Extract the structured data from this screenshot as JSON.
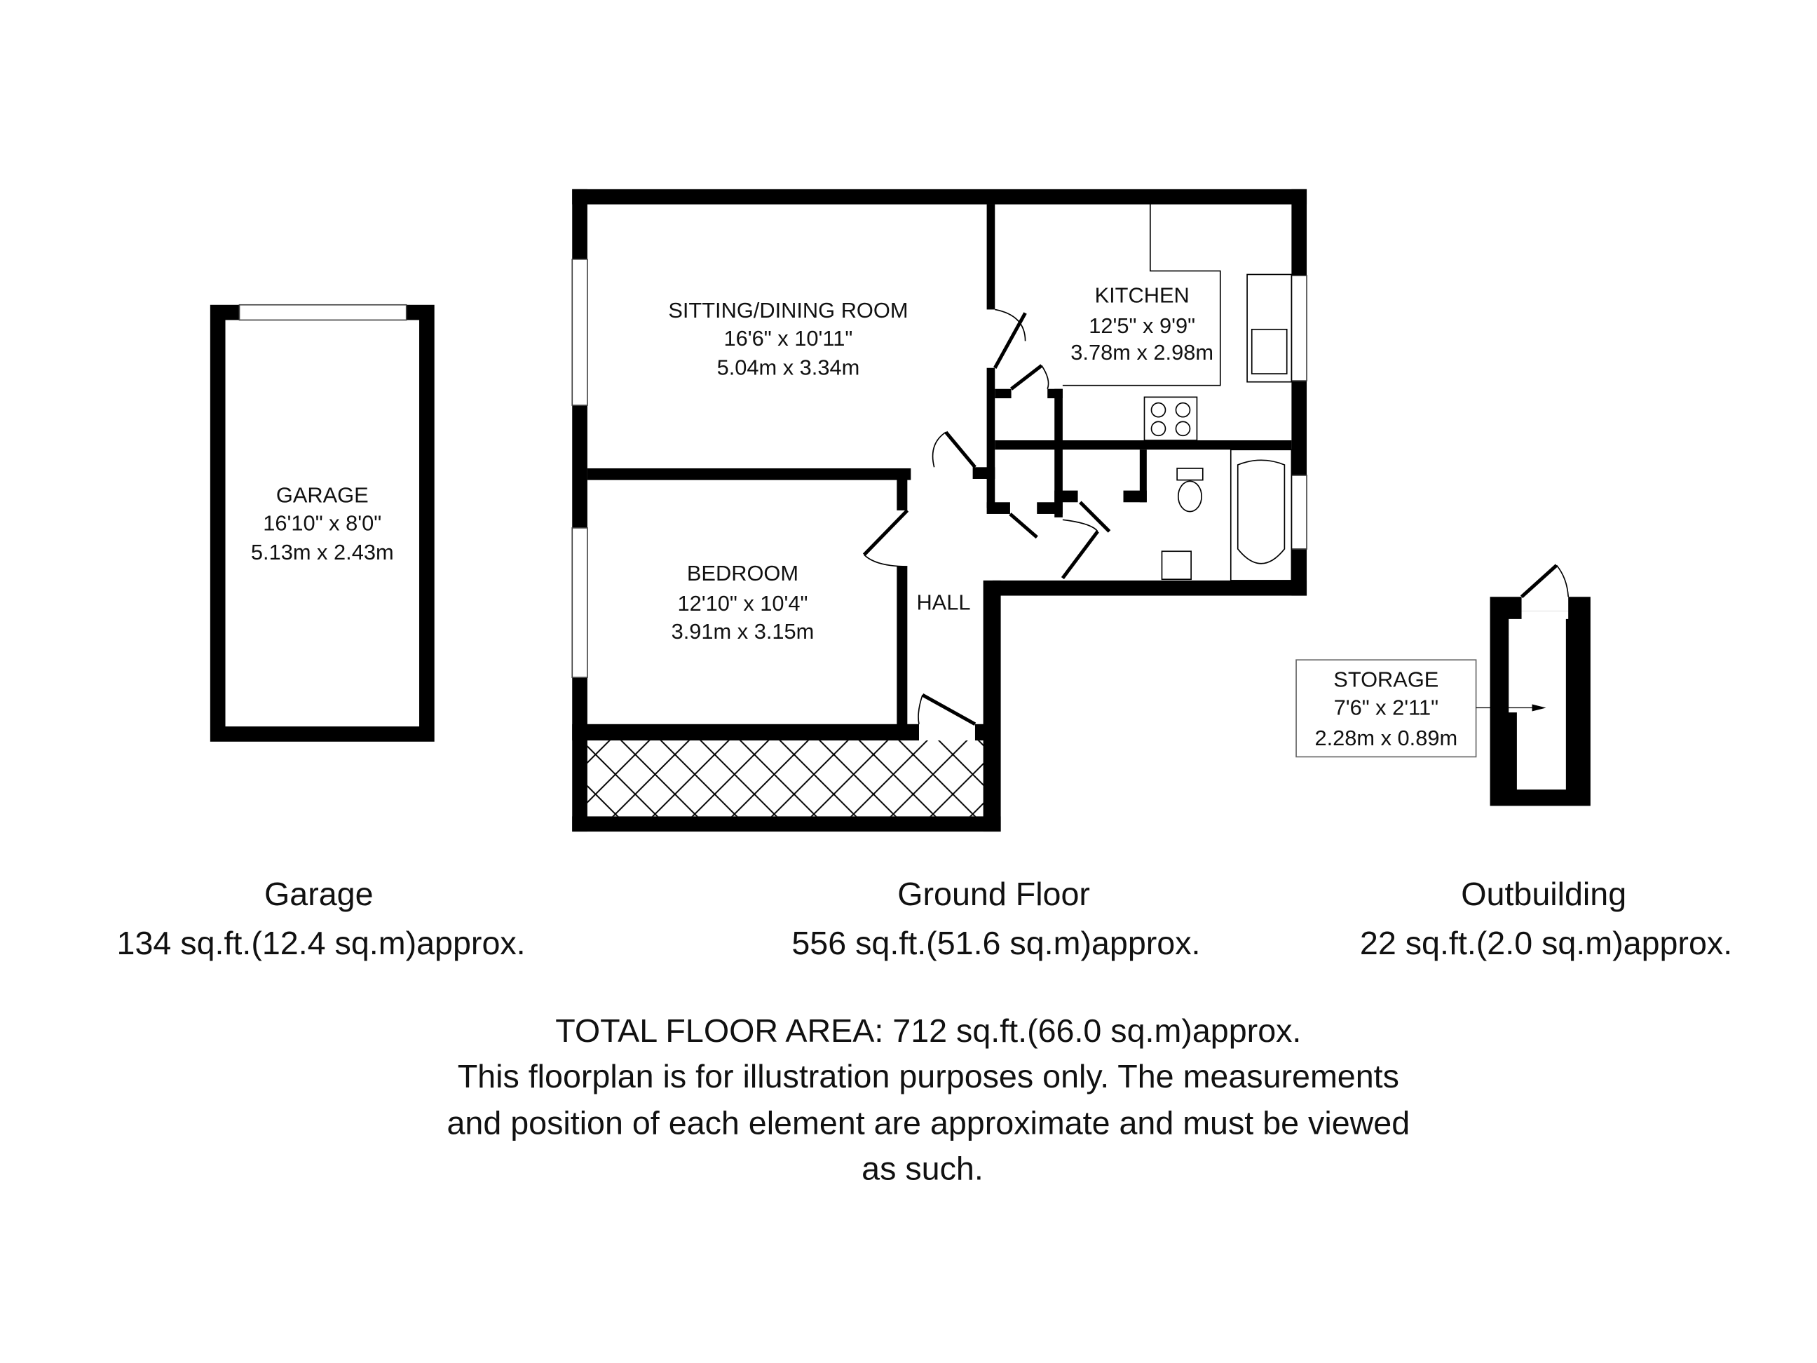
{
  "rooms": {
    "garage": {
      "name": "GARAGE",
      "imperial": "16'10\" x 8'0\"",
      "metric": "5.13m x 2.43m"
    },
    "sitting": {
      "name": "SITTING/DINING ROOM",
      "imperial": "16'6\" x 10'11\"",
      "metric": "5.04m x 3.34m"
    },
    "kitchen": {
      "name": "KITCHEN",
      "imperial": "12'5\" x 9'9\"",
      "metric": "3.78m x 2.98m"
    },
    "bedroom": {
      "name": "BEDROOM",
      "imperial": "12'10\" x 10'4\"",
      "metric": "3.91m x 3.15m"
    },
    "hall": {
      "name": "HALL"
    },
    "storage": {
      "name": "STORAGE",
      "imperial": "7'6\" x 2'11\"",
      "metric": "2.28m x 0.89m"
    }
  },
  "floors": [
    {
      "title": "Garage",
      "area": "134 sq.ft.(12.4 sq.m)approx."
    },
    {
      "title": "Ground Floor",
      "area": "556 sq.ft.(51.6 sq.m)approx."
    },
    {
      "title": "Outbuilding",
      "area": "22 sq.ft.(2.0 sq.m)approx."
    }
  ],
  "footer": {
    "total": "TOTAL FLOOR AREA: 712 sq.ft.(66.0 sq.m)approx.",
    "disclaimer_1": "This floorplan is for illustration purposes only. The measurements",
    "disclaimer_2": "and position of each element are approximate and must be viewed",
    "disclaimer_3": "as such."
  }
}
